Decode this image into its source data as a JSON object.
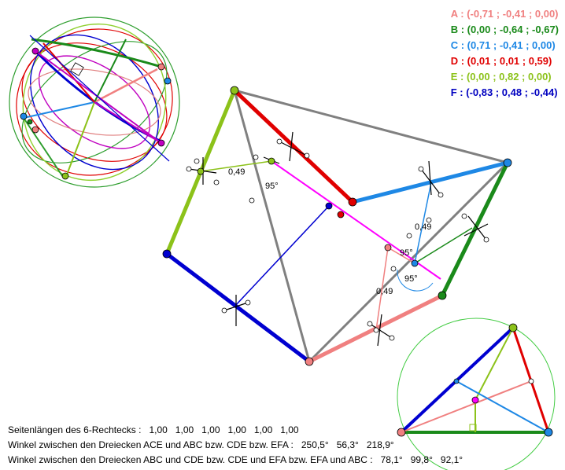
{
  "points": [
    {
      "name": "A",
      "value": "(-0,71 ; -0,41 ; 0,00)",
      "color": "#f08080"
    },
    {
      "name": "B",
      "value": "(0,00 ; -0,64 ; -0,67)",
      "color": "#1a8a1a"
    },
    {
      "name": "C",
      "value": "(0,71 ; -0,41 ; 0,00)",
      "color": "#1e88e5"
    },
    {
      "name": "D",
      "value": "(0,01 ; 0,01 ; 0,59)",
      "color": "#e00000"
    },
    {
      "name": "E",
      "value": "(0,00 ; 0,82 ; 0,00)",
      "color": "#8cc21a"
    },
    {
      "name": "F",
      "value": "(-0,83 ; 0,48 ; -0,44)",
      "color": "#0000c0"
    }
  ],
  "labels": {
    "dist1": "0,49",
    "dist2": "0,49",
    "dist3": "0,49",
    "angle1": "95°",
    "angle2": "95°",
    "angle3": "95°"
  },
  "info": {
    "sides_label": "Seitenlängen des 6-Rechtecks :",
    "sides_values": "1,00   1,00   1,00   1,00   1,00   1,00",
    "angles1_label": "Winkel zwischen den Dreiecken ACE und ABC bzw. CDE bzw. EFA :",
    "angles1_values": "250,5°   56,3°   218,9°",
    "angles2_label": "Winkel zwischen den Dreiecken ABC und CDE bzw. CDE und EFA bzw. EFA und ABC :",
    "angles2_values": "78,1°   99,8°   92,1°"
  }
}
